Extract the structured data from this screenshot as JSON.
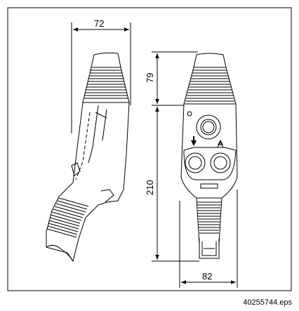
{
  "dimensions": {
    "side_width": "72",
    "head_height": "79",
    "body_height": "210",
    "front_width": "82"
  },
  "filename": "40255744.eps"
}
